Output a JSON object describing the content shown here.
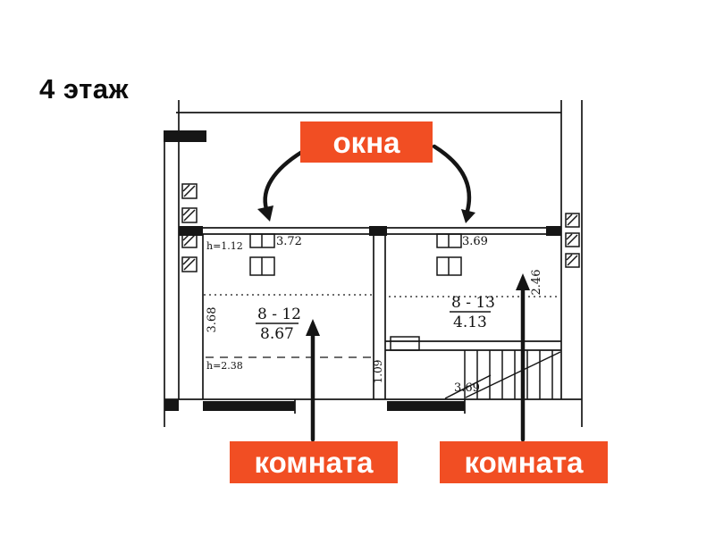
{
  "title": "4 этаж",
  "colors": {
    "accent": "#F14E23",
    "callout_text": "#FFFFFF",
    "plan_line": "#161616"
  },
  "callouts": {
    "windows": "окна",
    "room_left": "комната",
    "room_right": "комната"
  },
  "plan": {
    "left_room": {
      "height_note_top": "h=1.12",
      "window_width": "3.72",
      "room_depth": "3.68",
      "number": "8 - 12",
      "area": "8.67",
      "height_note_bottom": "h=2.38"
    },
    "right_room": {
      "window_width": "3.69",
      "number": "8 - 13",
      "area": "4.13",
      "room_depth": "2.46"
    },
    "corridor_width": "1.09",
    "stairs_width": "3.69"
  }
}
